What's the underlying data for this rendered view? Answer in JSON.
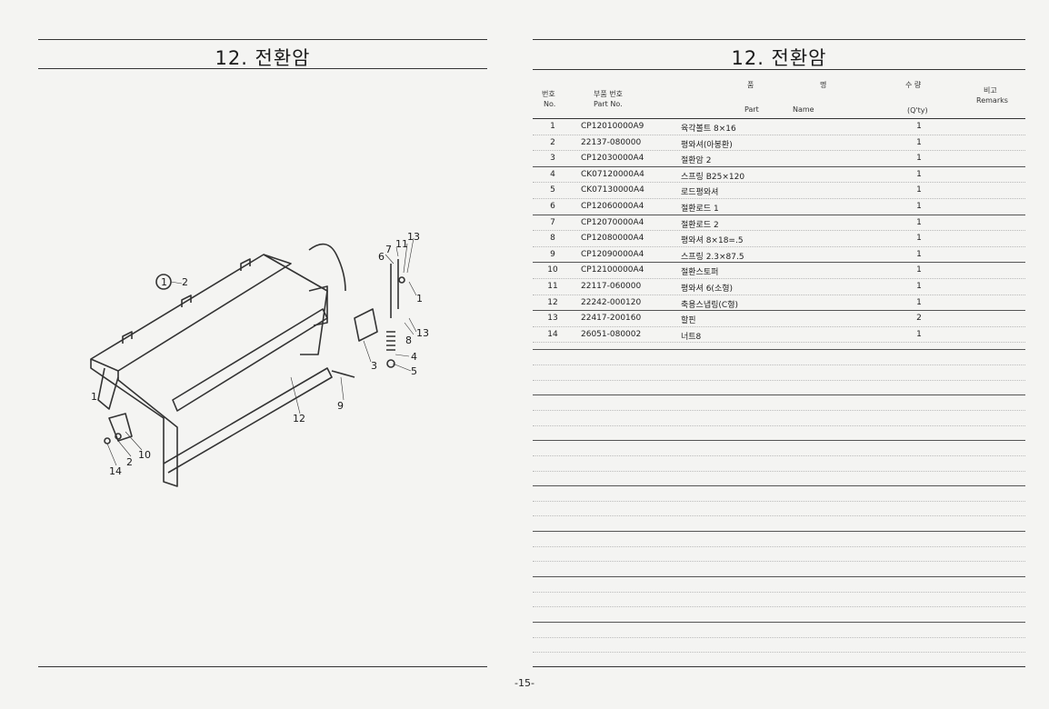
{
  "left_page": {
    "title": "12. 전환암",
    "callouts": [
      "1",
      "2",
      "3",
      "4",
      "5",
      "6",
      "7",
      "8",
      "9",
      "10",
      "11",
      "12",
      "13",
      "14"
    ]
  },
  "right_page": {
    "title": "12. 전환암",
    "headers": {
      "no_ko": "번호",
      "no_en": "No.",
      "part_ko": "부품 번호",
      "part_en": "Part  No.",
      "name_ko_1": "품",
      "name_ko_2": "명",
      "name_en_1": "Part",
      "name_en_2": "Name",
      "qty_ko": "수  량",
      "qty_en": "(Q'ty)",
      "remarks_ko": "비고",
      "remarks_en": "Remarks"
    },
    "parts": [
      {
        "no": "1",
        "part": "CP12010000A9",
        "name": "육각볼트 8×16",
        "qty": "1"
      },
      {
        "no": "2",
        "part": "22137-080000",
        "name": "평와셔(아봉환)",
        "qty": "1"
      },
      {
        "no": "3",
        "part": "CP12030000A4",
        "name": "절환암 2",
        "qty": "1"
      },
      {
        "no": "4",
        "part": "CK07120000A4",
        "name": "스프링 B25×120",
        "qty": "1"
      },
      {
        "no": "5",
        "part": "CK07130000A4",
        "name": "로드평와셔",
        "qty": "1"
      },
      {
        "no": "6",
        "part": "CP12060000A4",
        "name": "절환로드 1",
        "qty": "1"
      },
      {
        "no": "7",
        "part": "CP12070000A4",
        "name": "절환로드 2",
        "qty": "1"
      },
      {
        "no": "8",
        "part": "CP12080000A4",
        "name": "평와셔 8×18=.5",
        "qty": "1"
      },
      {
        "no": "9",
        "part": "CP12090000A4",
        "name": "스프링 2.3×87.5",
        "qty": "1"
      },
      {
        "no": "10",
        "part": "CP12100000A4",
        "name": "절환스토퍼",
        "qty": "1"
      },
      {
        "no": "11",
        "part": "22117-060000",
        "name": "평와셔 6(소형)",
        "qty": "1"
      },
      {
        "no": "12",
        "part": "22242-000120",
        "name": "축용스냅링(C형)",
        "qty": "1"
      },
      {
        "no": "13",
        "part": "22417-200160",
        "name": "할핀",
        "qty": "2"
      },
      {
        "no": "14",
        "part": "26051-080002",
        "name": "너트8",
        "qty": "1"
      }
    ]
  },
  "page_number": "-15-"
}
